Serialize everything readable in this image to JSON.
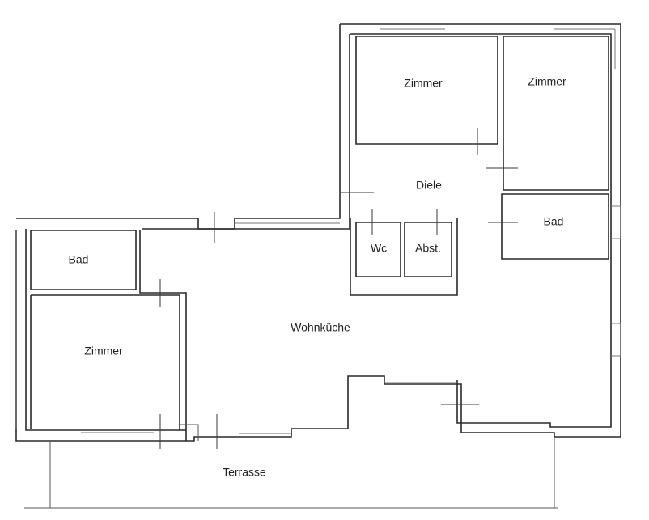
{
  "rooms": {
    "zimmer_top_left": "Zimmer",
    "zimmer_top_right": "Zimmer",
    "diele": "Diele",
    "bad_right": "Bad",
    "wc": "Wc",
    "abst": "Abst.",
    "bad_left": "Bad",
    "zimmer_left": "Zimmer",
    "wohnkueche": "Wohnküche",
    "terrasse": "Terrasse"
  }
}
